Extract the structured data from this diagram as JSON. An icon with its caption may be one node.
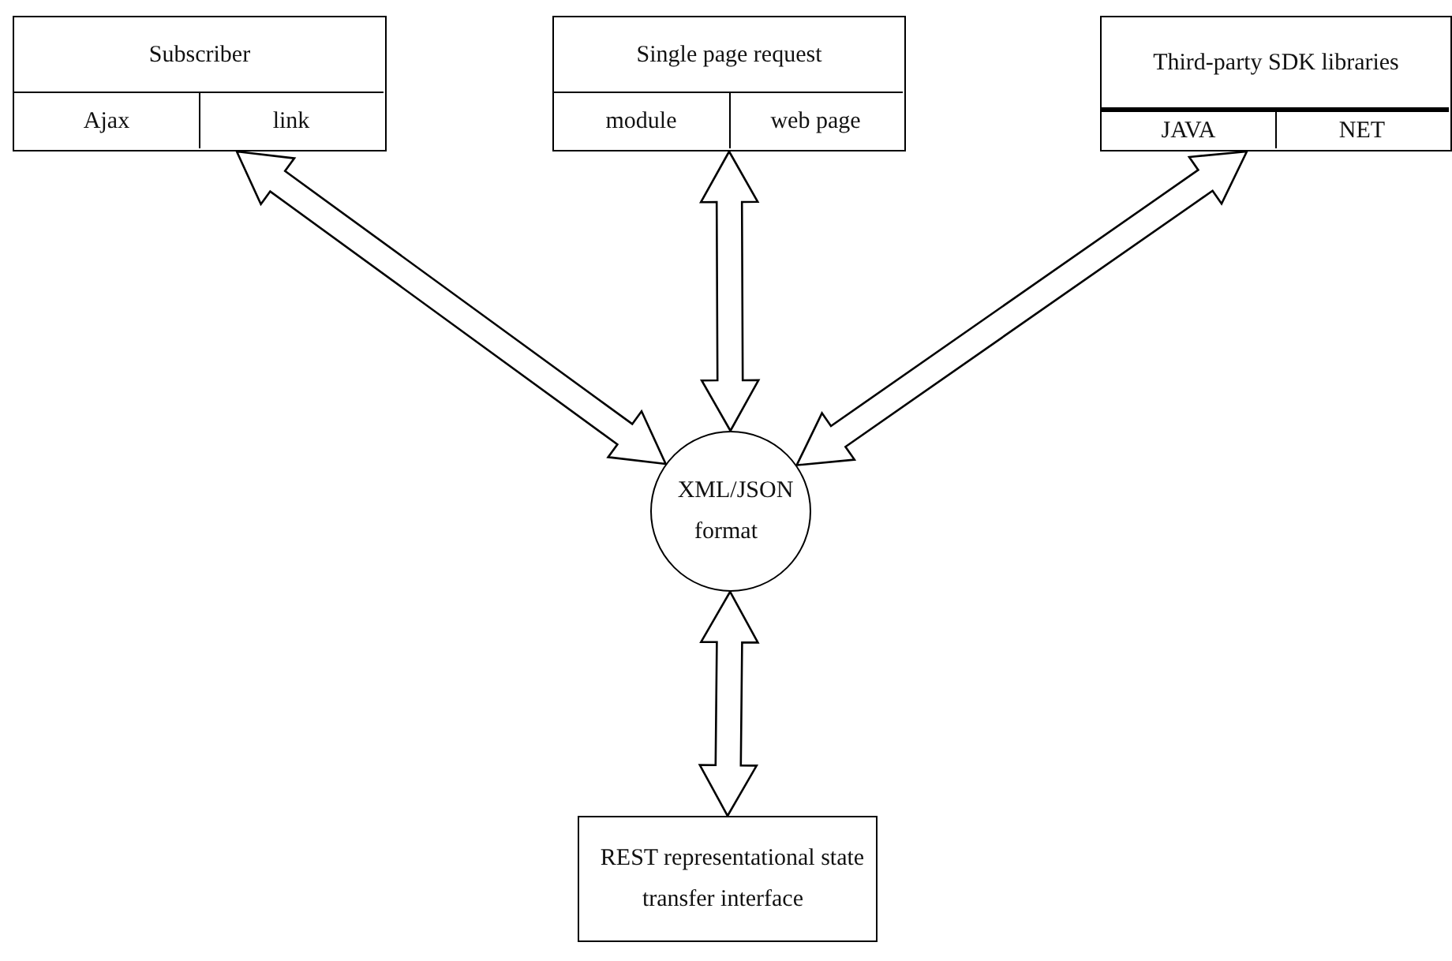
{
  "diagram": {
    "nodes": [
      {
        "text": [
          "Subscriber"
        ]
      },
      {
        "text": [
          "Ajax"
        ],
        "in": 0
      },
      {
        "text": [
          "link"
        ],
        "in": 0
      },
      {
        "text": [
          "Single page request"
        ]
      },
      {
        "text": [
          "module"
        ],
        "in": 3
      },
      {
        "text": [
          "web page"
        ],
        "in": 3
      },
      {
        "text": [
          "Third-party SDK libraries"
        ]
      },
      {
        "text": [
          "JAVA"
        ],
        "in": 6
      },
      {
        "text": [
          "NET"
        ],
        "in": 6
      },
      {
        "text": [
          "XML/JSON format"
        ]
      },
      {
        "text": [
          "REST representational state transfer interface"
        ]
      }
    ],
    "edges": [
      {
        "from": 0,
        "to": 9,
        "arrow": "both"
      },
      {
        "from": 3,
        "to": 9,
        "arrow": "both"
      },
      {
        "from": 6,
        "to": 9,
        "arrow": "both"
      },
      {
        "from": 9,
        "to": 10,
        "arrow": "both"
      }
    ]
  }
}
